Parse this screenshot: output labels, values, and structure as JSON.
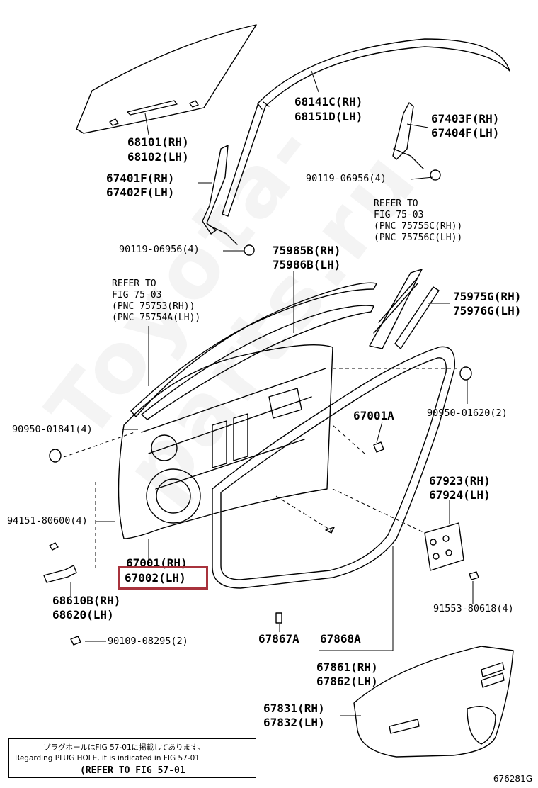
{
  "watermark": "Toyota-parts.ru",
  "figure_id": "676281G",
  "note": {
    "jp": "プラグホールはFIG 57-01に掲載してあります。",
    "en": "Regarding PLUG HOLE, it is indicated in FIG 57-01",
    "ref": "(REFER TO FIG 57-01"
  },
  "highlight_label": "67002(LH)",
  "labels": {
    "p68101": "68101(RH)",
    "p68102": "68102(LH)",
    "p68141c": "68141C(RH)",
    "p68151d": "68151D(LH)",
    "p67403f": "67403F(RH)",
    "p67404f": "67404F(LH)",
    "p67401f": "67401F(RH)",
    "p67402f": "67402F(LH)",
    "p90119_a": "90119-06956(4)",
    "p90119_b": "90119-06956(4)",
    "refer_a_1": "REFER TO",
    "refer_a_2": "FIG 75-03",
    "refer_a_3": "(PNC 75755C(RH))",
    "refer_a_4": "(PNC 75756C(LH))",
    "p75985b": "75985B(RH)",
    "p75986b": "75986B(LH)",
    "refer_b_1": "REFER TO",
    "refer_b_2": "FIG 75-03",
    "refer_b_3": "(PNC 75753(RH))",
    "refer_b_4": "(PNC 75754A(LH))",
    "p75975g": "75975G(RH)",
    "p75976g": "75976G(LH)",
    "p90950_01841": "90950-01841(4)",
    "p67001a": "67001A",
    "p90950_01620": "90950-01620(2)",
    "p67923": "67923(RH)",
    "p67924": "67924(LH)",
    "p94151": "94151-80600(4)",
    "p67001": "67001(RH)",
    "p68610b": "68610B(RH)",
    "p68620": "68620(LH)",
    "p91553": "91553-80618(4)",
    "p67867a": "67867A",
    "p67868a": "67868A",
    "p90109": "90109-08295(2)",
    "p67861": "67861(RH)",
    "p67862": "67862(LH)",
    "p67831": "67831(RH)",
    "p67832": "67832(LH)"
  }
}
